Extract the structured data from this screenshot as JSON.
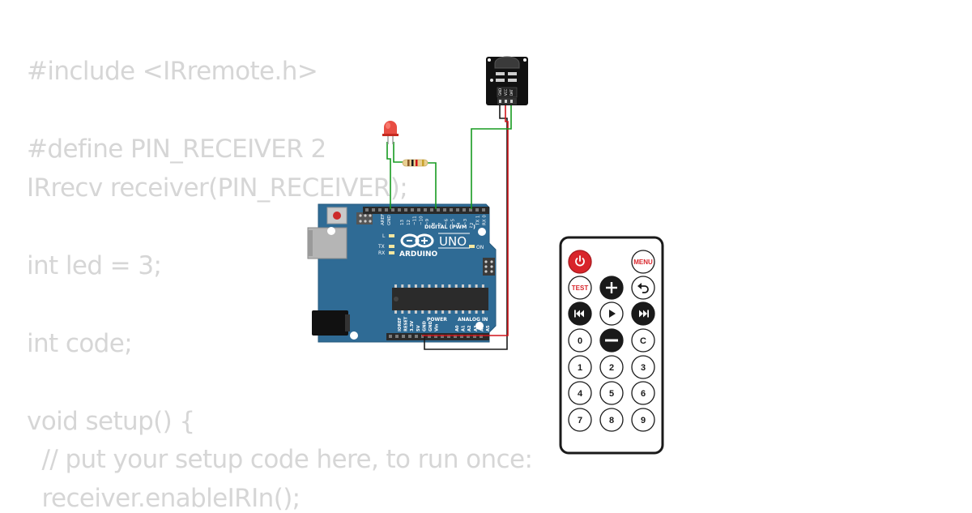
{
  "code": {
    "lines": [
      "#include <IRremote.h>",
      "",
      "#define PIN_RECEIVER 2",
      "IRrecv receiver(PIN_RECEIVER);",
      "",
      "int led = 3;",
      "",
      "int code;",
      "",
      "void setup() {",
      "  // put your setup code here, to run once:",
      "  receiver.enableIRIn();"
    ]
  },
  "arduino": {
    "brand": "ARDUINO",
    "model": "UNO",
    "digital_header": "DIGITAL (PWM ~)",
    "power_header": "POWER",
    "analog_header": "ANALOG IN",
    "led_labels": [
      "L",
      "TX",
      "RX",
      "ON"
    ],
    "aref": "AREF",
    "gnd": "GND",
    "power_pins": [
      "IOREF",
      "RESET",
      "3.3V",
      "5V",
      "GND",
      "GND",
      "Vin"
    ],
    "analog_pins": [
      "A0",
      "A1",
      "A2",
      "A3",
      "A4",
      "A5"
    ],
    "digital_pins": [
      "13",
      "12",
      "~11",
      "~10",
      "~9",
      "8",
      "7",
      "~6",
      "~5",
      "4",
      "~3",
      "2",
      "TX 1",
      "RX 0"
    ]
  },
  "ir_receiver": {
    "pins": [
      "GND",
      "VCC",
      "DAT"
    ]
  },
  "remote": {
    "keys": [
      {
        "label": "",
        "icon": "power-icon",
        "style": "red"
      },
      {
        "label": "",
        "icon": "",
        "style": "none"
      },
      {
        "label": "MENU",
        "icon": "",
        "style": "outline-red"
      },
      {
        "label": "TEST",
        "icon": "",
        "style": "outline-red"
      },
      {
        "label": "",
        "icon": "plus-icon",
        "style": "dark"
      },
      {
        "label": "",
        "icon": "back-icon",
        "style": "outline"
      },
      {
        "label": "",
        "icon": "prev-icon",
        "style": "dark"
      },
      {
        "label": "",
        "icon": "play-icon",
        "style": "outline"
      },
      {
        "label": "",
        "icon": "next-icon",
        "style": "dark"
      },
      {
        "label": "0",
        "icon": "",
        "style": "outline"
      },
      {
        "label": "",
        "icon": "minus-icon",
        "style": "dark"
      },
      {
        "label": "C",
        "icon": "",
        "style": "outline"
      },
      {
        "label": "1",
        "icon": "",
        "style": "outline"
      },
      {
        "label": "2",
        "icon": "",
        "style": "outline"
      },
      {
        "label": "3",
        "icon": "",
        "style": "outline"
      },
      {
        "label": "4",
        "icon": "",
        "style": "outline"
      },
      {
        "label": "5",
        "icon": "",
        "style": "outline"
      },
      {
        "label": "6",
        "icon": "",
        "style": "outline"
      },
      {
        "label": "7",
        "icon": "",
        "style": "outline"
      },
      {
        "label": "8",
        "icon": "",
        "style": "outline"
      },
      {
        "label": "9",
        "icon": "",
        "style": "outline"
      }
    ]
  },
  "colors": {
    "code_text": "#d6d6d6",
    "board": "#2f6b95",
    "wire_red": "#d0141b",
    "wire_green": "#179b20",
    "wire_black": "#1a1a1a",
    "led": "#e53a2f",
    "remote_red": "#d8252b"
  }
}
